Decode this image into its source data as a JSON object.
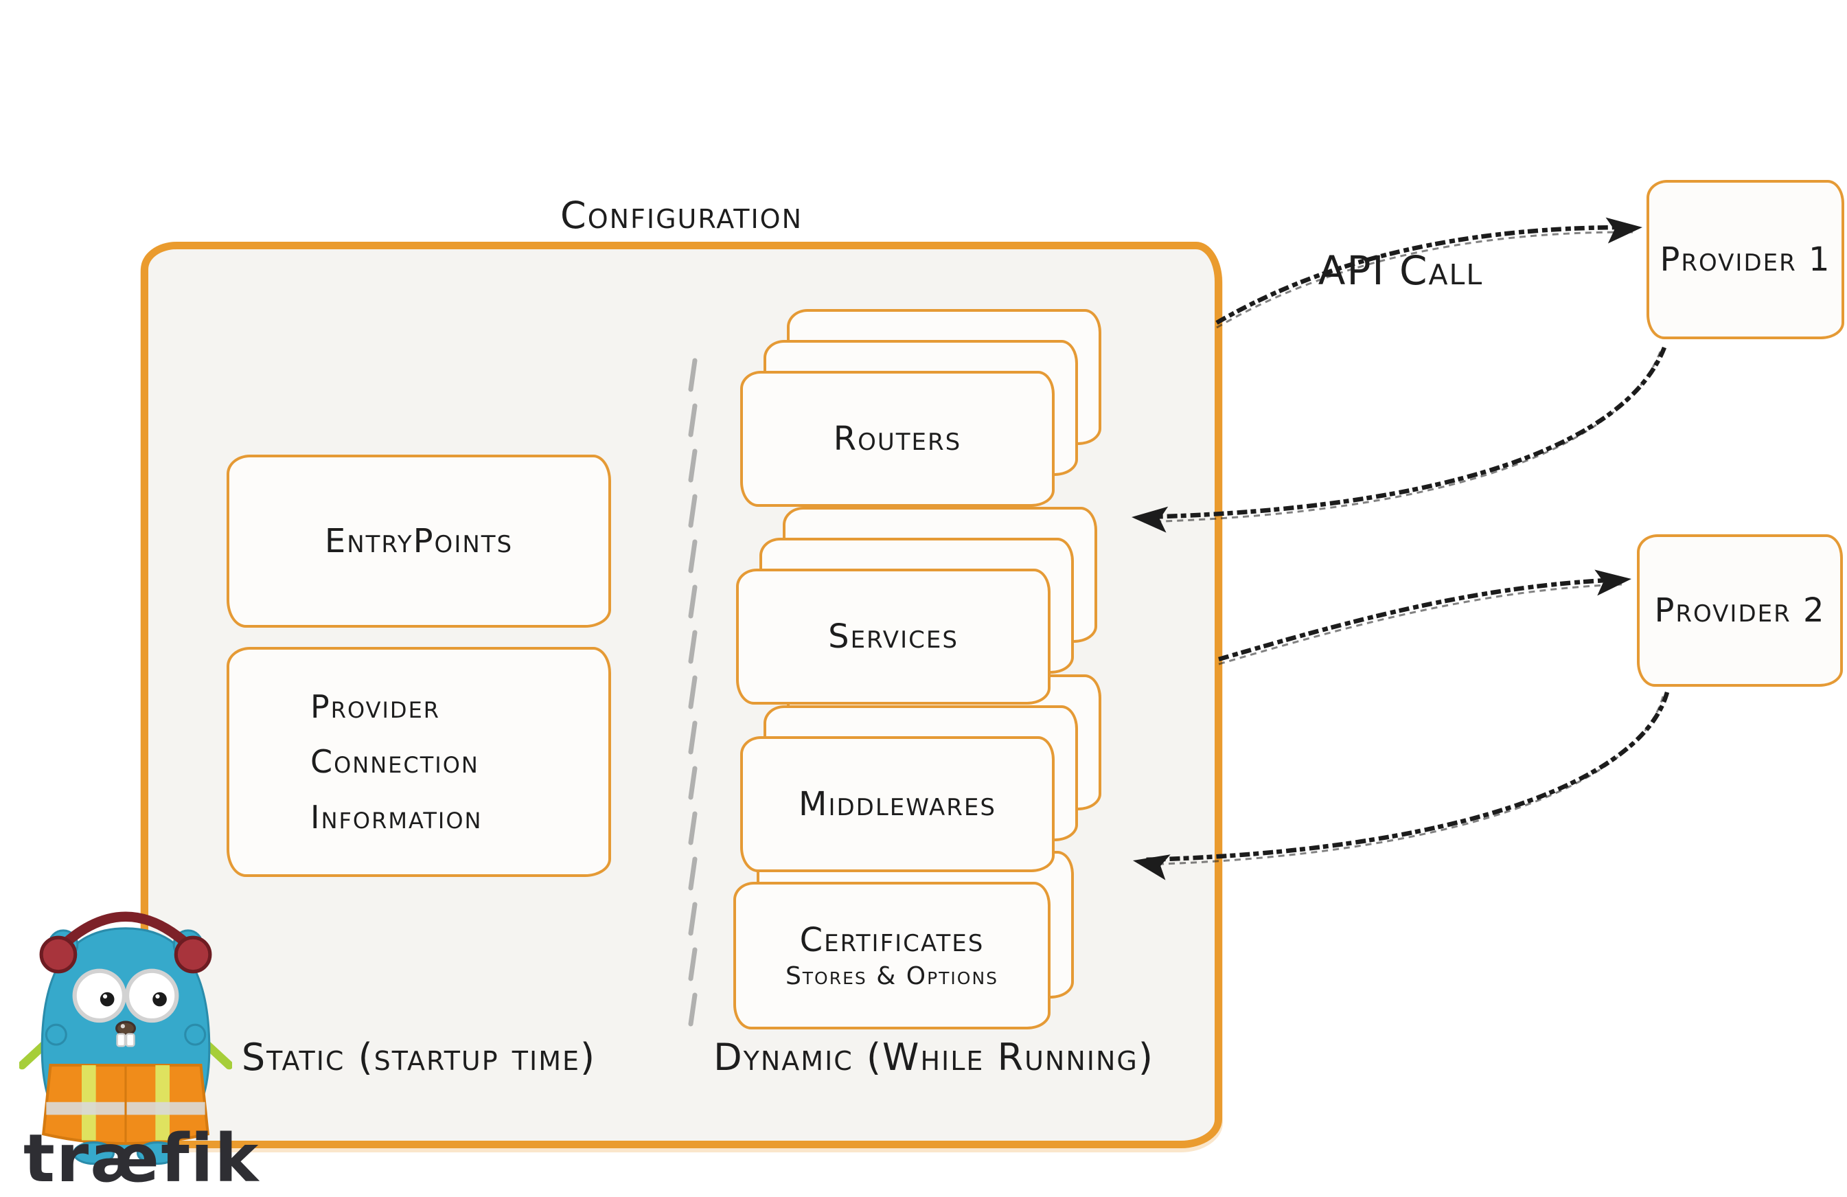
{
  "diagram": {
    "title": "Configuration",
    "api_call_label": "API Call",
    "static_column": {
      "label": "Static (startup time)",
      "entrypoints_label": "EntryPoints",
      "provider_info_lines": [
        "Provider",
        "Connection",
        "Information"
      ]
    },
    "dynamic_column": {
      "label": "Dynamic (While Running)",
      "routers_label": "Routers",
      "services_label": "Services",
      "middlewares_label": "Middlewares",
      "certificates_label": "Certificates",
      "certificates_sublabel": "Stores & Options"
    },
    "providers": [
      {
        "label": "Provider 1"
      },
      {
        "label": "Provider 2"
      }
    ],
    "logo": {
      "wordmark": "træfik"
    }
  },
  "colors": {
    "accent_orange": "#EA9B2E",
    "container_fill": "#F5F4F1",
    "node_fill": "#FDFCFA",
    "arrow_black": "#1C1C1C",
    "divider_gray": "#A3A3A3",
    "logo_teal": "#36A9CB",
    "vest_orange": "#F08C1A",
    "wand_green": "#A6CE39",
    "headphone_red": "#A8343C",
    "wordmark_color": "#2E2E33"
  }
}
